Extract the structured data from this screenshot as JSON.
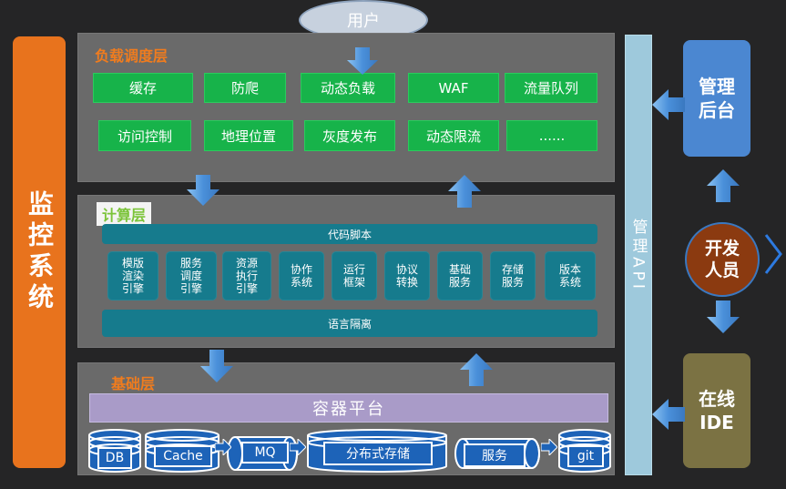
{
  "user": "用户",
  "monitor": "监控系统",
  "load_layer": {
    "title": "负载调度层",
    "row1": [
      "缓存",
      "防爬",
      "动态负载",
      "WAF",
      "流量队列"
    ],
    "row2": [
      "访问控制",
      "地理位置",
      "灰度发布",
      "动态限流",
      "......"
    ]
  },
  "compute_layer": {
    "title": "计算层",
    "top_bar": "代码脚本",
    "modules": [
      "模版\n渲染\n引擎",
      "服务\n调度\n引擎",
      "资源\n执行\n引擎",
      "协作\n系统",
      "运行\n框架",
      "协议\n转换",
      "基础\n服务",
      "存储\n服务",
      "版本\n系统"
    ],
    "bottom_bar": "语言隔离"
  },
  "base_layer": {
    "title": "基础层",
    "container": "容器平台",
    "storage": [
      "DB",
      "Cache",
      "MQ",
      "分布式存储",
      "服务",
      "git"
    ]
  },
  "api": "管理API",
  "admin": "管理后台",
  "developer": "开发人员",
  "ide": "在线IDE",
  "colors": {
    "background": "#252526",
    "layer": "#6a6a6a",
    "green": "#17b34a",
    "teal": "#167b8d",
    "orange": "#f07c1e",
    "blue": "#4b87d1",
    "arrow": "#4b90d8",
    "api_bar": "#9ec9dc",
    "container": "#a99bc8",
    "developer": "#8b3a10",
    "ide": "#7b7243"
  }
}
